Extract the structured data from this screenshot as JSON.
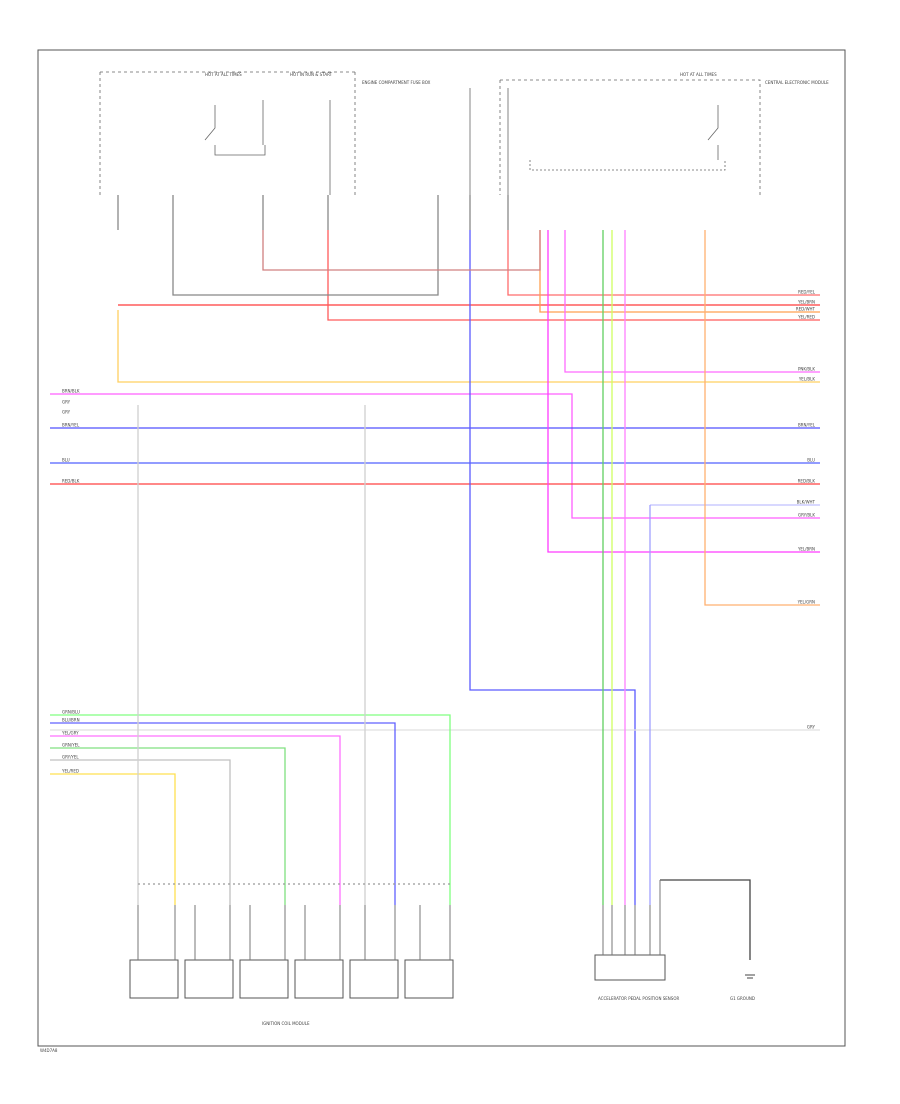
{
  "diagram": {
    "footer_code": "W4D7A8",
    "labels": {
      "right_wires": [
        "RED/YEL",
        "YEL/BRN",
        "RED/WHT",
        "YEL/RED",
        "PNK/BLK",
        "YEL/BLK",
        "BRN/YEL",
        "BLU",
        "RED/BLK",
        "BLK/WHT",
        "GRY/BLK",
        "YEL/BRN",
        "YEL/GRN",
        "GRY"
      ],
      "left_wires": [
        "BRN/BLK",
        "GRY",
        "GRY",
        "BRN/YEL",
        "BLU",
        "RED/BLK"
      ],
      "bottom_left_wires": [
        "GRN/BLU",
        "BLU/BRN",
        "YEL/GRY",
        "GRN/YEL",
        "GRY/YEL",
        "YEL/RED"
      ],
      "fuse_labels": [
        "HOT AT ALL TIMES",
        "HOT IN RUN & START",
        "HOT AT ALL TIMES"
      ],
      "top_notes": [
        "ENGINE COMPARTMENT FUSE BOX",
        "CENTRAL ELECTRONIC MODULE"
      ],
      "injectors_label": "IGNITION COIL MODULE",
      "pcm_label": "ACCELERATOR PEDAL POSITION SENSOR",
      "ground_label": "G1 GROUND"
    }
  }
}
